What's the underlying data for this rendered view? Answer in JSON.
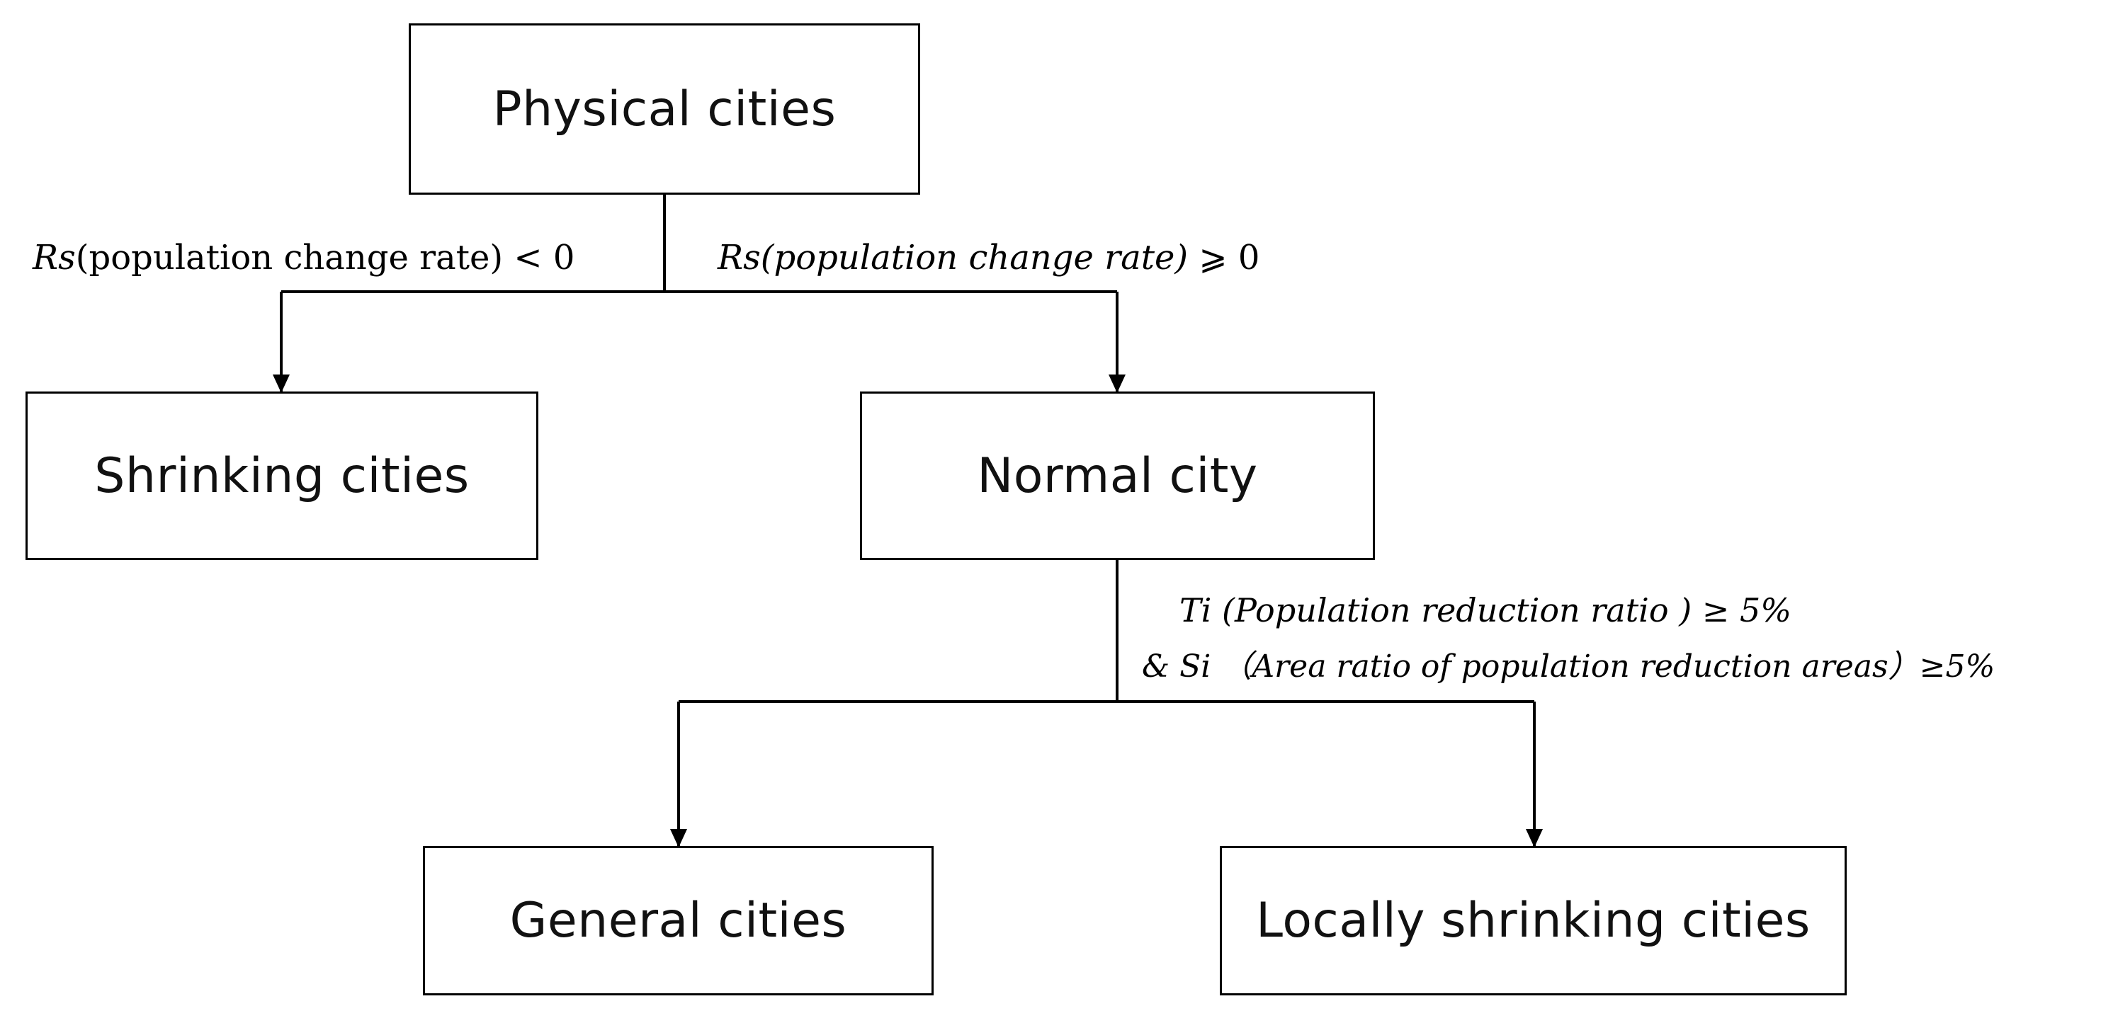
{
  "nodes": {
    "physical": "Physical cities",
    "shrinking": "Shrinking cities",
    "normal": "Normal city",
    "general": "General cities",
    "locally": "Locally shrinking cities"
  },
  "edges": {
    "left_condition": {
      "var": "Rs",
      "desc": "(population change rate)",
      "op": " < 0"
    },
    "right_condition": {
      "var": "Rs",
      "desc": "(population change rate)",
      "op": " ⩾ 0"
    },
    "lower_condition": {
      "line1": "Ti (Population reduction ratio ) ≥ 5%",
      "line2": "& Si （Area ratio of population reduction areas）≥5%"
    }
  },
  "colors": {
    "stroke": "#000000",
    "background": "#ffffff"
  }
}
